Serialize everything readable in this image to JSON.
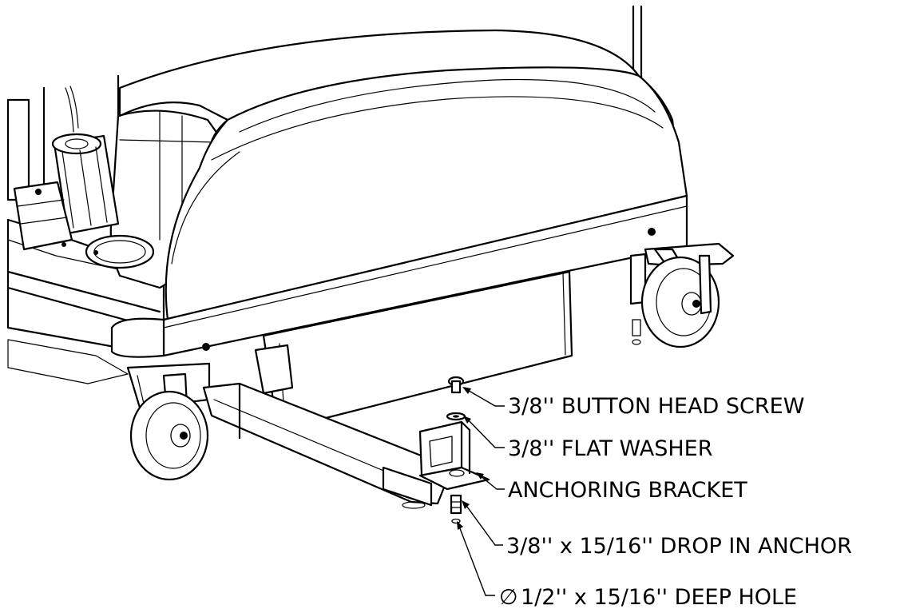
{
  "callouts": [
    {
      "id": "screw",
      "text": "3/8'' BUTTON HEAD SCREW"
    },
    {
      "id": "washer",
      "text": "3/8'' FLAT WASHER"
    },
    {
      "id": "bracket",
      "text": "ANCHORING BRACKET"
    },
    {
      "id": "anchor",
      "text": "3/8'' x 15/16'' DROP IN ANCHOR"
    },
    {
      "id": "hole",
      "text": "1/2'' x 15/16'' DEEP HOLE"
    }
  ],
  "symbols": {
    "diameter": "∅"
  }
}
